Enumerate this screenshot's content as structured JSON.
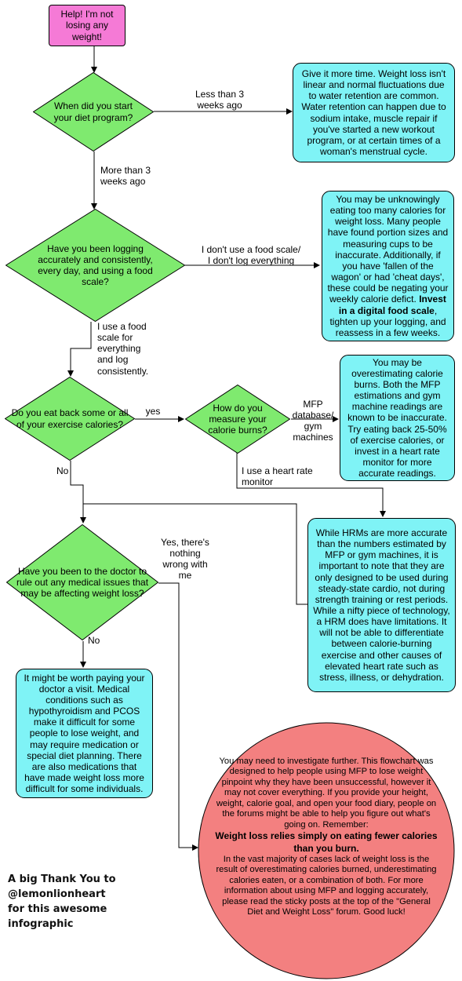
{
  "colors": {
    "start": "#f57ad6",
    "decision": "#7fea6f",
    "info": "#7ff3f6",
    "final": "#f38080",
    "line": "#000000"
  },
  "start": {
    "text": "Help! I'm not losing any weight!"
  },
  "q1": {
    "question": "When did you start your diet program?",
    "answer_short": "Less than 3 weeks ago",
    "answer_long": "More than 3 weeks ago",
    "info": "Give it more time. Weight loss isn't linear and normal fluctuations due to water retention are common. Water retention can happen due to sodium intake, muscle repair if you've started a new workout program, or at certain times of a woman's menstrual cycle."
  },
  "q2": {
    "question": "Have you been logging accurately and consistently, every day, and using a food scale?",
    "answer_no_line1": "I don't use a food scale/",
    "answer_no_line2": "I don't log everything",
    "answer_yes": "I use a food scale for everything and log consistently.",
    "info_text": "You may be unknowingly eating too many calories for weight loss. Many people have found portion sizes and measuring cups to be inaccurate. Additionally, if you have 'fallen of the wagon' or had 'cheat days', these could be negating your weekly calorie defict.",
    "info_bold": "Invest in a digital food scale",
    "info_tail": ", tighten up your logging, and reassess in a few weeks."
  },
  "q3": {
    "question": "Do you eat back some or all of your exercise calories?",
    "answer_yes": "yes",
    "answer_no": "No"
  },
  "q4": {
    "question": "How do you measure your calorie burns?",
    "answer_mfp": "MFP database/ gym machines",
    "answer_hrm": "I use a heart rate monitor",
    "info_mfp": "You may be overestimating calorie burns. Both the MFP estimations and gym machine readings are known to be inaccurate. Try eating back 25-50% of exercise calories, or invest in a heart rate monitor for more accurate readings.",
    "info_hrm": "While HRMs are more accurate than the numbers estimated by MFP or gym machines, it is important to note that they are only designed to be used during steady-state cardio, not during strength training or rest periods. While a nifty piece of technology, a HRM does have limitations. It will not be able to differentiate between calorie-burning exercise and other causes of elevated heart rate such as stress, illness, or dehydration."
  },
  "q5": {
    "question": "Have you been to the doctor to rule out any medical issues that may be affecting weight loss?",
    "answer_yes": "Yes, there's nothing wrong with me",
    "answer_no": "No",
    "info": "It might be worth paying your doctor a visit. Medical conditions such as hypothyroidism and PCOS make it difficult for some people to lose weight, and may require medication or special diet planning. There are also medications that have made weight loss more difficult for some individuals."
  },
  "final": {
    "intro": "You may need to investigate further. This flowchart was designed to help people using MFP to lose weight pinpoint why they have been unsuccessful, however it may not cover everything. If you provide your height, weight, calorie goal, and open your food diary, people on the forums might be able to help you figure out what's going on. Remember:",
    "bold": "Weight loss relies simply on eating fewer calories than you burn.",
    "outro": "In the vast majority of cases lack of weight loss is the result of overestimating calories burned, underestimating calories eaten, or a combination of both. For more information about using MFP and logging accurately, please read the sticky posts at the top of the \"General Diet and Weight Loss\" forum. Good luck!"
  },
  "credit": {
    "line1": "A big Thank You to",
    "line2": "@lemonlionheart",
    "line3": "for this awesome",
    "line4": "infographic"
  }
}
